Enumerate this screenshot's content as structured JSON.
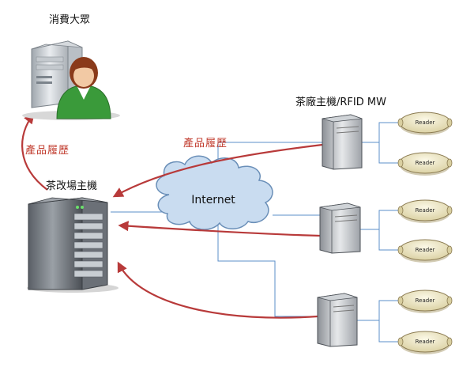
{
  "labels": {
    "consumer": "消費大眾",
    "main_server": "茶改場主機",
    "factory_server": "茶廠主機/RFID MW",
    "history_left": "產品履歷",
    "history_mid": "產品履歷",
    "internet": "Internet",
    "reader": "Reader"
  },
  "colors": {
    "arrow": "#b83a3a",
    "link": "#5b8fc9",
    "cloud_fill": "#c9dcf0",
    "cloud_stroke": "#6a8fb8",
    "reader_fill": "#efe9c9",
    "reader_stroke": "#8a7a50"
  },
  "icons": [
    "user-workstation-icon",
    "main-server-icon",
    "factory-server-icon",
    "reader-icon",
    "internet-cloud-icon"
  ]
}
